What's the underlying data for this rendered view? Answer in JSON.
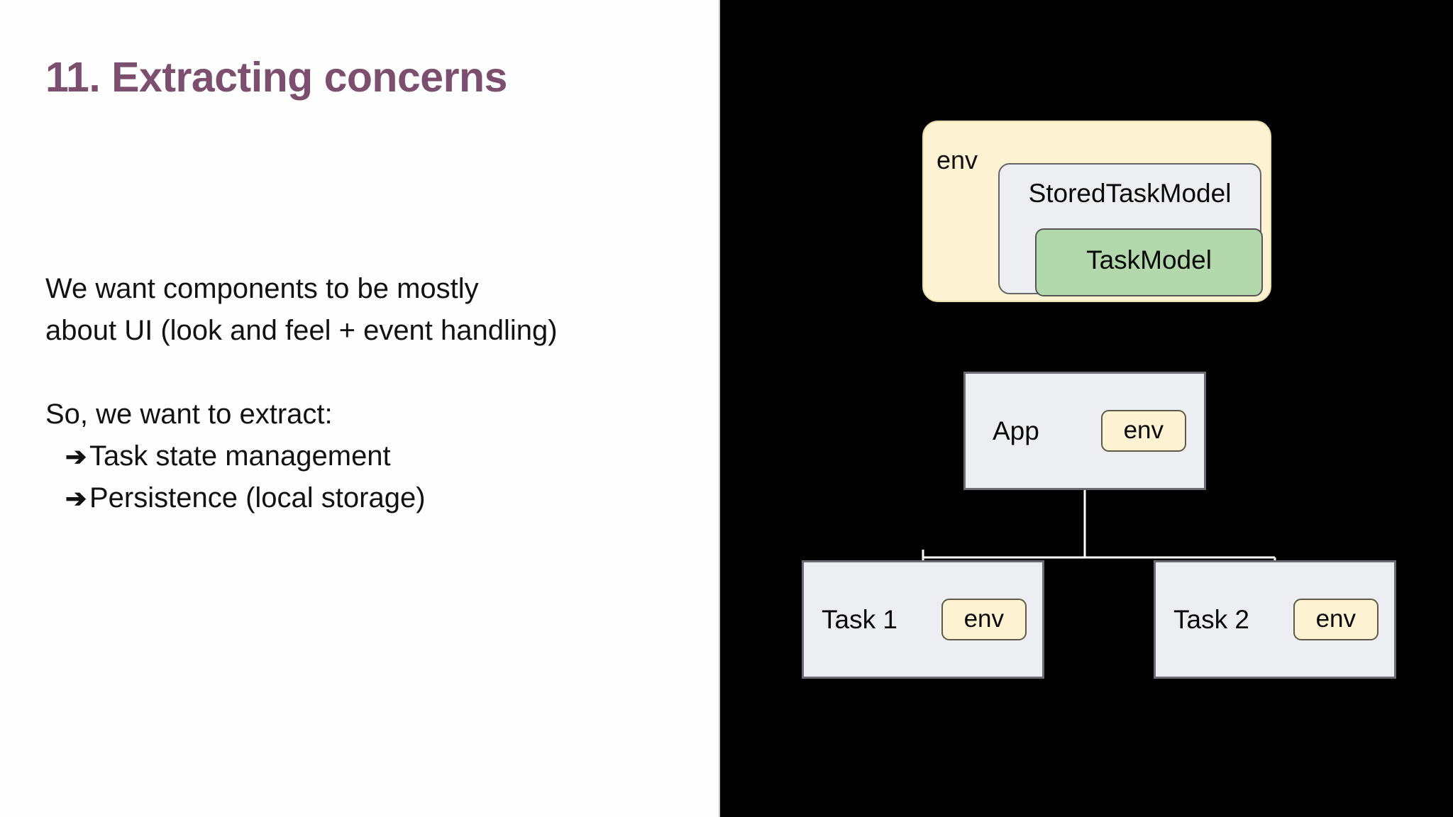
{
  "slide": {
    "title": "11. Extracting concerns",
    "title_color": "#7d4f6e",
    "left_bg": "#fefefe",
    "right_bg": "#010101"
  },
  "content": {
    "paragraph1_line1": "We want components to be mostly",
    "paragraph1_line2": "about UI (look and feel + event handling)",
    "paragraph2": "So, we want to extract:",
    "bullets": [
      {
        "marker": "➔",
        "text": "Task state management"
      },
      {
        "marker": "➔",
        "text": "Persistence (local storage)"
      }
    ]
  },
  "diagram": {
    "env_group": {
      "label": "env",
      "fill": "#fdf3d2",
      "border": "#e8dfae",
      "inner": {
        "label": "StoredTaskModel",
        "fill": "#eceef2",
        "border": "#666666",
        "inner": {
          "label": "TaskModel",
          "fill": "#b2d8ac",
          "border": "#555555"
        }
      }
    },
    "tree": {
      "root": {
        "label": "App",
        "badge": "env",
        "fill": "#eceef2",
        "border": "#6b6b71"
      },
      "children": [
        {
          "label": "Task 1",
          "badge": "env",
          "fill": "#eceef2",
          "border": "#6b6b71"
        },
        {
          "label": "Task 2",
          "badge": "env",
          "fill": "#eceef2",
          "border": "#6b6b71"
        }
      ],
      "connector_color": "#ffffff"
    }
  }
}
